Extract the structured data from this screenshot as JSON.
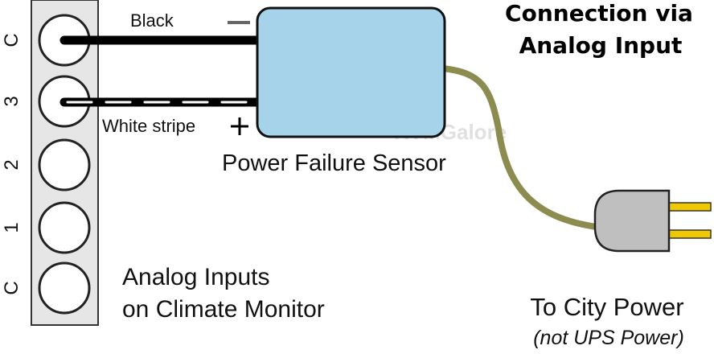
{
  "title": {
    "line1": "Connection via",
    "line2": "Analog Input"
  },
  "terminal_block": {
    "labels": [
      "C",
      "3",
      "2",
      "1",
      "C"
    ],
    "caption_line1": "Analog Inputs",
    "caption_line2": "on Climate Monitor"
  },
  "wires": {
    "black_label": "Black",
    "black_polarity": "−",
    "white_label": "White stripe",
    "white_polarity": "+"
  },
  "sensor": {
    "label": "Power Failure Sensor"
  },
  "plug": {
    "label_line1": "To City Power",
    "label_line2": "(not UPS Power)"
  },
  "watermark": "KVMGalore",
  "colors": {
    "sensor_fill": "#a6d3ea",
    "cord": "#8c8c50",
    "terminal_block": "#e6e6e6",
    "plug_body": "#bfbfbf",
    "prongs": "#f0c800"
  }
}
